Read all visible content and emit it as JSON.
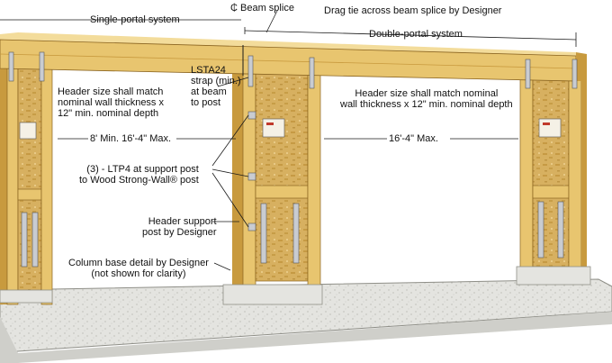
{
  "colors": {
    "lumber": "#e8c56f",
    "lumber_dark": "#c89a3e",
    "lumber_edge": "#8a6420",
    "osb": "#d7b060",
    "osb_fleck": "#b8892e",
    "steel": "#c9ccd1",
    "concrete": "#e4e4e0",
    "concrete_dark": "#b9b9b3",
    "line": "#1a1a1a"
  },
  "labels": {
    "single_portal": "Single-portal system",
    "double_portal": "Double-portal system",
    "beam_splice": "Beam splice",
    "beam_splice_symbol": "₵",
    "drag_tie": "Drag tie across beam splice by Designer",
    "header_left": "Header size shall match\nnominal wall thickness x\n12\" min. nominal depth",
    "header_right": "Header size shall match nominal\nwall thickness x 12\" min. nominal depth",
    "lsta24": "LSTA24\nstrap (min.)\nat beam\nto post",
    "dim_left": "8' Min.  16'-4\" Max.",
    "dim_right": "16'-4\" Max.",
    "ltp4": "(3) - LTP4 at support post\nto Wood Strong-Wall® post",
    "header_support": "Header support\npost by Designer",
    "column_base": "Column base detail by Designer\n(not shown for clarity)"
  },
  "icons": [
    "strong-wall-panel-icon",
    "hold-down-anchor-icon",
    "ltp4-plate-icon",
    "lsta24-strap-icon"
  ]
}
